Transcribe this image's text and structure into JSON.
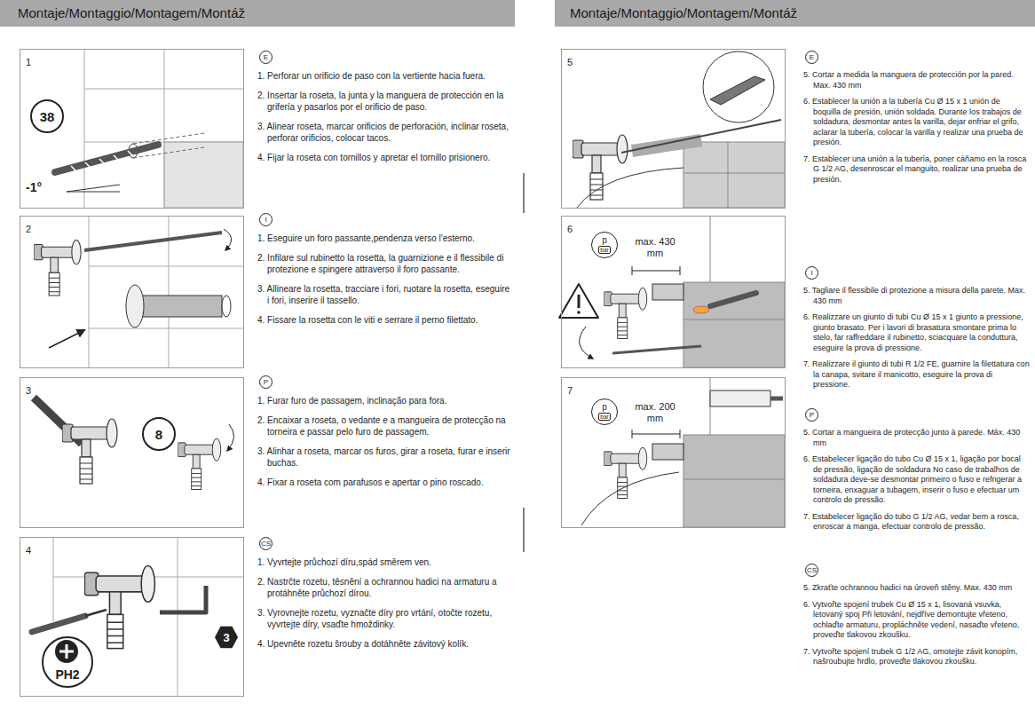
{
  "diagram": {
    "nodes": [
      {
        "text": [
          "Montaje/Montaggio/Montagem/Montáž"
        ]
      },
      {
        "text": [
          "1"
        ]
      },
      {
        "text": [
          "38"
        ],
        "in": 1
      },
      {
        "text": [
          "2"
        ]
      },
      {
        "text": [
          "3"
        ]
      },
      {
        "text": [
          "8"
        ],
        "in": 4
      },
      {
        "text": [
          "4"
        ]
      },
      {
        "text": [
          "3"
        ],
        "in": 6
      },
      {
        "text": [
          "PH2"
        ],
        "in": 6
      },
      {
        "text": [
          "E"
        ]
      },
      {
        "text": [
          "I"
        ]
      },
      {
        "text": [
          "P"
        ]
      },
      {
        "text": [
          "CS"
        ]
      },
      {
        "text": [
          "Montaje/Montaggio/Montagem/Montáž"
        ]
      },
      {
        "text": [
          "5"
        ]
      },
      {
        "text": [
          "6"
        ]
      },
      {
        "text": [
          "p",
          "bar"
        ],
        "in": 15
      },
      {
        "text": [
          "7"
        ]
      },
      {
        "text": [
          "p",
          "bar"
        ],
        "in": 17
      },
      {
        "text": [
          "E"
        ]
      },
      {
        "text": [
          "I"
        ]
      },
      {
        "text": [
          "P"
        ]
      },
      {
        "text": [
          "CS"
        ]
      }
    ],
    "labels": [
      "-1°",
      "1. Perforar un orificio de paso con la vertiente hacia fuera.",
      "2. Insertar la roseta, la junta y la manguera de protección en la grifería y pasarlos por el orificio de paso.",
      "3. Alinear roseta, marcar orificios de perforación, inclinar roseta, perforar orificios, colocar tacos.",
      "4. Fijar la roseta con tornillos y apretar el tornillo prisionero.",
      "1. Eseguire un foro passante,pendenza verso l'esterno.",
      "2. Infilare sul rubinetto la rosetta, la guarnizione e il flessibile di protezione e spingere attraverso il foro passante.",
      "3. Allineare la rosetta, tracciare i fori, ruotare la rosetta, eseguire i fori, inserire il tassello.",
      "4. Fissare la rosetta con le viti e serrare il perno filettato.",
      "1. Furar furo de passagem, inclinação para fora.",
      "2. Encaixar a roseta, o vedante e a mangueira de protecção na torneira e passar pelo furo de passagem.",
      "3. Alinhar a roseta, marcar os furos, girar a roseta, furar e inserir buchas.",
      "4. Fixar a roseta com parafusos e apertar o pino roscado.",
      "1. Vyvrtejte průchozí díru,spád směrem ven.",
      "2. Nastrčte rozetu, těsnění a ochrannou hadici na armaturu a protáhněte průchozí dírou.",
      "3. Vyrovnejte rozetu, vyznačte díry pro vrtání, otočte rozetu, vyvrtejte díry, vsaďte hmoždinky.",
      "4. Upevněte rozetu šrouby a dotáhněte závitový kolík.",
      "max. 430 mm",
      "max. 200 mm",
      "5. Cortar a medida la manguera de protección por la pared. Max. 430 mm",
      "6. Establecer la unión a la tubería Cu Ø 15 x 1 unión de boquilla de presión, unión soldada. Durante los trabajos de soldadura, desmontar antes la varilla, dejar enfriar el grifo, aclarar la tubería, colocar la varilla y realizar una prueba de presión.",
      "7. Establecer una unión a la tubería, poner cáñamo en la rosca G 1/2 AG, desenroscar el manguito, realizar una prueba de presión.",
      "5. Tagliare il flessibile di protezione a misura della parete. Max. 430 mm",
      "6. Realizzare un giunto di tubi Cu Ø 15 x 1 giunto a pressione, giunto brasato. Per i lavori di brasatura smontare prima lo stelo, far raffreddare il rubinetto, sciacquare la conduttura, eseguire la prova di pressione.",
      "7. Realizzare il giunto di tubi R 1/2 FE, guarnire la filettatura con la canapa, svitare il manicotto, eseguire la prova di pressione.",
      "5. Cortar a mangueira de protecção junto à parede. Máx. 430 mm",
      "6. Estabelecer ligação do tubo Cu Ø 15 x 1, ligação por bocal de pressão, ligação de soldadura No caso de trabalhos de soldadura deve-se desmontar primeiro o fuso e refrigerar a torneira, enxaguar a tubagem, inserir o fuso e efectuar um controlo de pressão.",
      "7. Estabelecer ligação do tubo G 1/2 AG, vedar bem a rosca, enroscar a manga, efectuar controlo de pressão.",
      "5. Zkraťte ochrannou hadici na úroveň stěny. Max. 430 mm",
      "6. Vytvořte spojení trubek Cu Ø 15 x 1, lisovaná vsuvka, letovaný spoj Při letování, nejdříve demontujte vřeteno, ochlaďte armaturu, propláchněte vedení, nasaďte vřeteno, proveďte tlakovou zkoušku.",
      "7. Vytvořte spojení trubek G 1/2 AG, omotejte závit konopím, našroubujte hrdlo, proveďte tlakovou zkoušku."
    ]
  }
}
